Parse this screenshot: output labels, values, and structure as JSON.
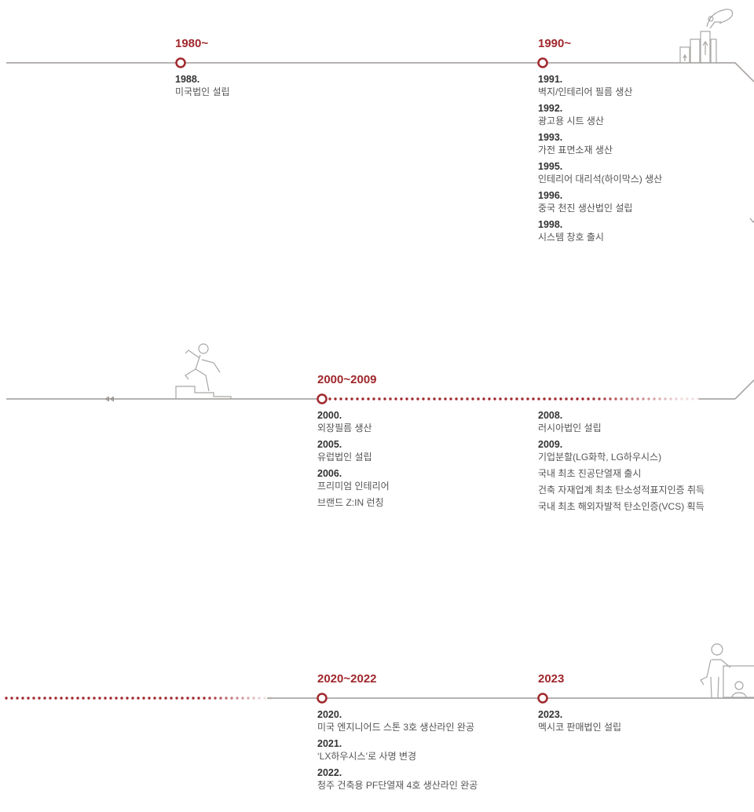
{
  "colors": {
    "accent": "#a0282d",
    "line": "#9e9a98",
    "icon": "#a8a6a5",
    "text": "#555555"
  },
  "eras": [
    {
      "id": "1980s",
      "title": "1980~",
      "events": [
        {
          "year": "1988.",
          "lines": [
            "미국법인 설립"
          ]
        }
      ]
    },
    {
      "id": "1990s",
      "title": "1990~",
      "events": [
        {
          "year": "1991.",
          "lines": [
            "벽지/인테리어 필름 생산"
          ]
        },
        {
          "year": "1992.",
          "lines": [
            "광고용 시트 생산"
          ]
        },
        {
          "year": "1993.",
          "lines": [
            "가전 표면소재 생산"
          ]
        },
        {
          "year": "1995.",
          "lines": [
            "인테리어 대리석(하이막스) 생산"
          ]
        },
        {
          "year": "1996.",
          "lines": [
            "중국 천진 생산법인 설립"
          ]
        },
        {
          "year": "1998.",
          "lines": [
            "시스템 창호 출시"
          ]
        }
      ]
    },
    {
      "id": "2000s",
      "title": "2000~2009",
      "events": [
        {
          "year": "2000.",
          "lines": [
            "외장필름 생산"
          ]
        },
        {
          "year": "2005.",
          "lines": [
            "유럽법인 설립"
          ]
        },
        {
          "year": "2006.",
          "lines": [
            "프리미엄 인테리어",
            "브랜드 Z:IN 런칭"
          ]
        }
      ]
    },
    {
      "id": "2000s-b",
      "title": "",
      "events": [
        {
          "year": "2008.",
          "lines": [
            "러시아법인 설립"
          ]
        },
        {
          "year": "2009.",
          "lines": [
            "기업분할(LG화학, LG하우시스)",
            "국내 최초 진공단열재 출시",
            "건축 자재업계 최초 탄소성적표지인증 취득",
            "국내 최초 해외자발적 탄소인증(VCS) 획득"
          ]
        }
      ]
    },
    {
      "id": "2020s",
      "title": "2020~2022",
      "events": [
        {
          "year": "2020.",
          "lines": [
            "미국 엔지니어드 스톤 3호 생산라인 완공"
          ]
        },
        {
          "year": "2021.",
          "lines": [
            "‘LX하우시스’로 사명 변경"
          ]
        },
        {
          "year": "2022.",
          "lines": [
            "청주 건축용 PF단열재 4호 생산라인 완공"
          ]
        }
      ]
    },
    {
      "id": "2023",
      "title": "2023",
      "events": [
        {
          "year": "2023.",
          "lines": [
            "멕시코 판매법인 설립"
          ]
        }
      ]
    }
  ],
  "icons": {
    "growth": "building-growth-icon",
    "runner": "runner-stairs-icon",
    "presenter": "presenter-icon",
    "arrow": "double-arrow-left-icon",
    "chevron": "chevron-down-icon"
  }
}
